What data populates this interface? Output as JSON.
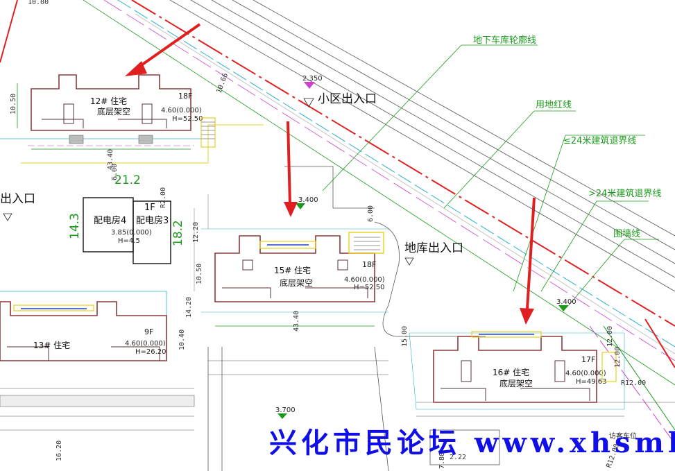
{
  "labels": {
    "entrance_main": "小区出入口",
    "entrance_left": "出入口",
    "garage_entrance": "地库出入口",
    "underground_outline": "地下车库轮廓线",
    "red_line": "用地红线",
    "setback_le24": "≤24米建筑退界线",
    "setback_gt24": ">24米建筑退界线",
    "fence_line": "围墙线"
  },
  "buildings": {
    "b12": {
      "name": "12#  住宅",
      "sub": "底层架空",
      "floors": "18F",
      "elev": "4.60(0.000)",
      "height": "H=52.50"
    },
    "b13": {
      "name": "13#  住宅",
      "sub": "",
      "floors": "9F",
      "elev": "4.60(0.000)",
      "height": "H=26.20"
    },
    "b15": {
      "name": "15#  住宅",
      "sub": "底层架空",
      "floors": "18F",
      "elev": "4.60(0.000)",
      "height": "H=52.50"
    },
    "b16": {
      "name": "16#  住宅",
      "sub": "底层架空",
      "floors": "17F",
      "elev": "4.60(0.000)",
      "height": "H=49.63"
    },
    "sub4": {
      "name": "配电房4",
      "elev": "3.85(0.000)",
      "height": "H=4.5"
    },
    "sub3": {
      "name": "配电房3",
      "floors": "1F"
    }
  },
  "dimensions": {
    "d1": "10.50",
    "d2": "43.40",
    "d3": "6.00",
    "d4": "21.2",
    "d5": "14.3",
    "d6": "18.2",
    "d7": "12.20",
    "d8": "10.50",
    "d9": "14.20",
    "d10": "43.40",
    "d11": "10.40",
    "d12": "6.00",
    "d13": "15.00",
    "d14": "10.66",
    "d15": "12.00",
    "d16": "R12.00",
    "d17": "R12.00",
    "d18": "16.20",
    "d19": "R2.00",
    "d20": "10.00",
    "d21": "12.00",
    "d22": "7.80",
    "d23": "2.22"
  },
  "spot_levels": {
    "s1": "2.350",
    "s2": "3.400",
    "s3": "3.400",
    "s4": "3.700"
  },
  "parking_label": "访客车位",
  "watermark": "兴化市民论坛 www.xhsmlt.com",
  "colors": {
    "red": "#e02020",
    "green": "#1a9a1a",
    "cyan": "#2ab0d0",
    "magenta": "#d040d0",
    "yellow": "#e8d020",
    "blue": "#1010e6"
  }
}
